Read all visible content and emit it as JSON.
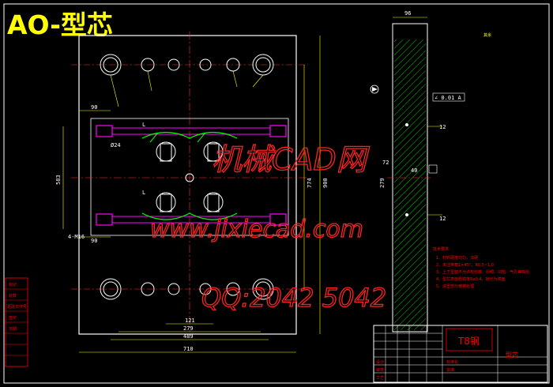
{
  "drawing": {
    "title": "AO-型芯",
    "material": "T8钢",
    "part_name": "型芯",
    "top_right_note": "其余",
    "flatness_symbol": "∠ 0.01 A",
    "tech_req_title": "技术要求",
    "tech_req_items": [
      "1、材料硬度均匀，淬硬",
      "2、未注倒角1×45°，R0.5~1.0",
      "3、上下型腔不允许有划痕、砂眼、凹陷、气孔等缺陷",
      "4、型芯表面粗糙度Ra0.4，抛光为镜面",
      "5、成型部分镀铬处理"
    ],
    "callouts": {
      "hole_tag": "4-M16",
      "dia24": "Ø24"
    }
  },
  "dimensions": {
    "d90_top": "90",
    "d90_bot": "90",
    "d121": "121",
    "d279": "279",
    "d489": "489",
    "d710": "710",
    "d583": "583",
    "d774": "774",
    "d900": "900",
    "side_96": "96",
    "side_12a": "12",
    "side_12b": "12",
    "side_72": "72",
    "side_279": "279",
    "left_40": "40"
  },
  "watermark": {
    "line1": "机械CAD网",
    "line2": "www.jixiecad.com",
    "line3": "QQ:2042 5042"
  },
  "colors": {
    "background": "#000000",
    "outline": "#ffffff",
    "dimension": "#ffff00",
    "centerline": "#ff0000",
    "pin": "#ff00ff",
    "insert": "#00ff00",
    "watermark": "#ff2222"
  },
  "title_block": {
    "rows_left": [
      "标记",
      "处数",
      "更改文件号",
      "签字",
      "日期"
    ],
    "rows_right": [
      "设计",
      "审核",
      "工艺",
      "标准化",
      "批准"
    ]
  }
}
